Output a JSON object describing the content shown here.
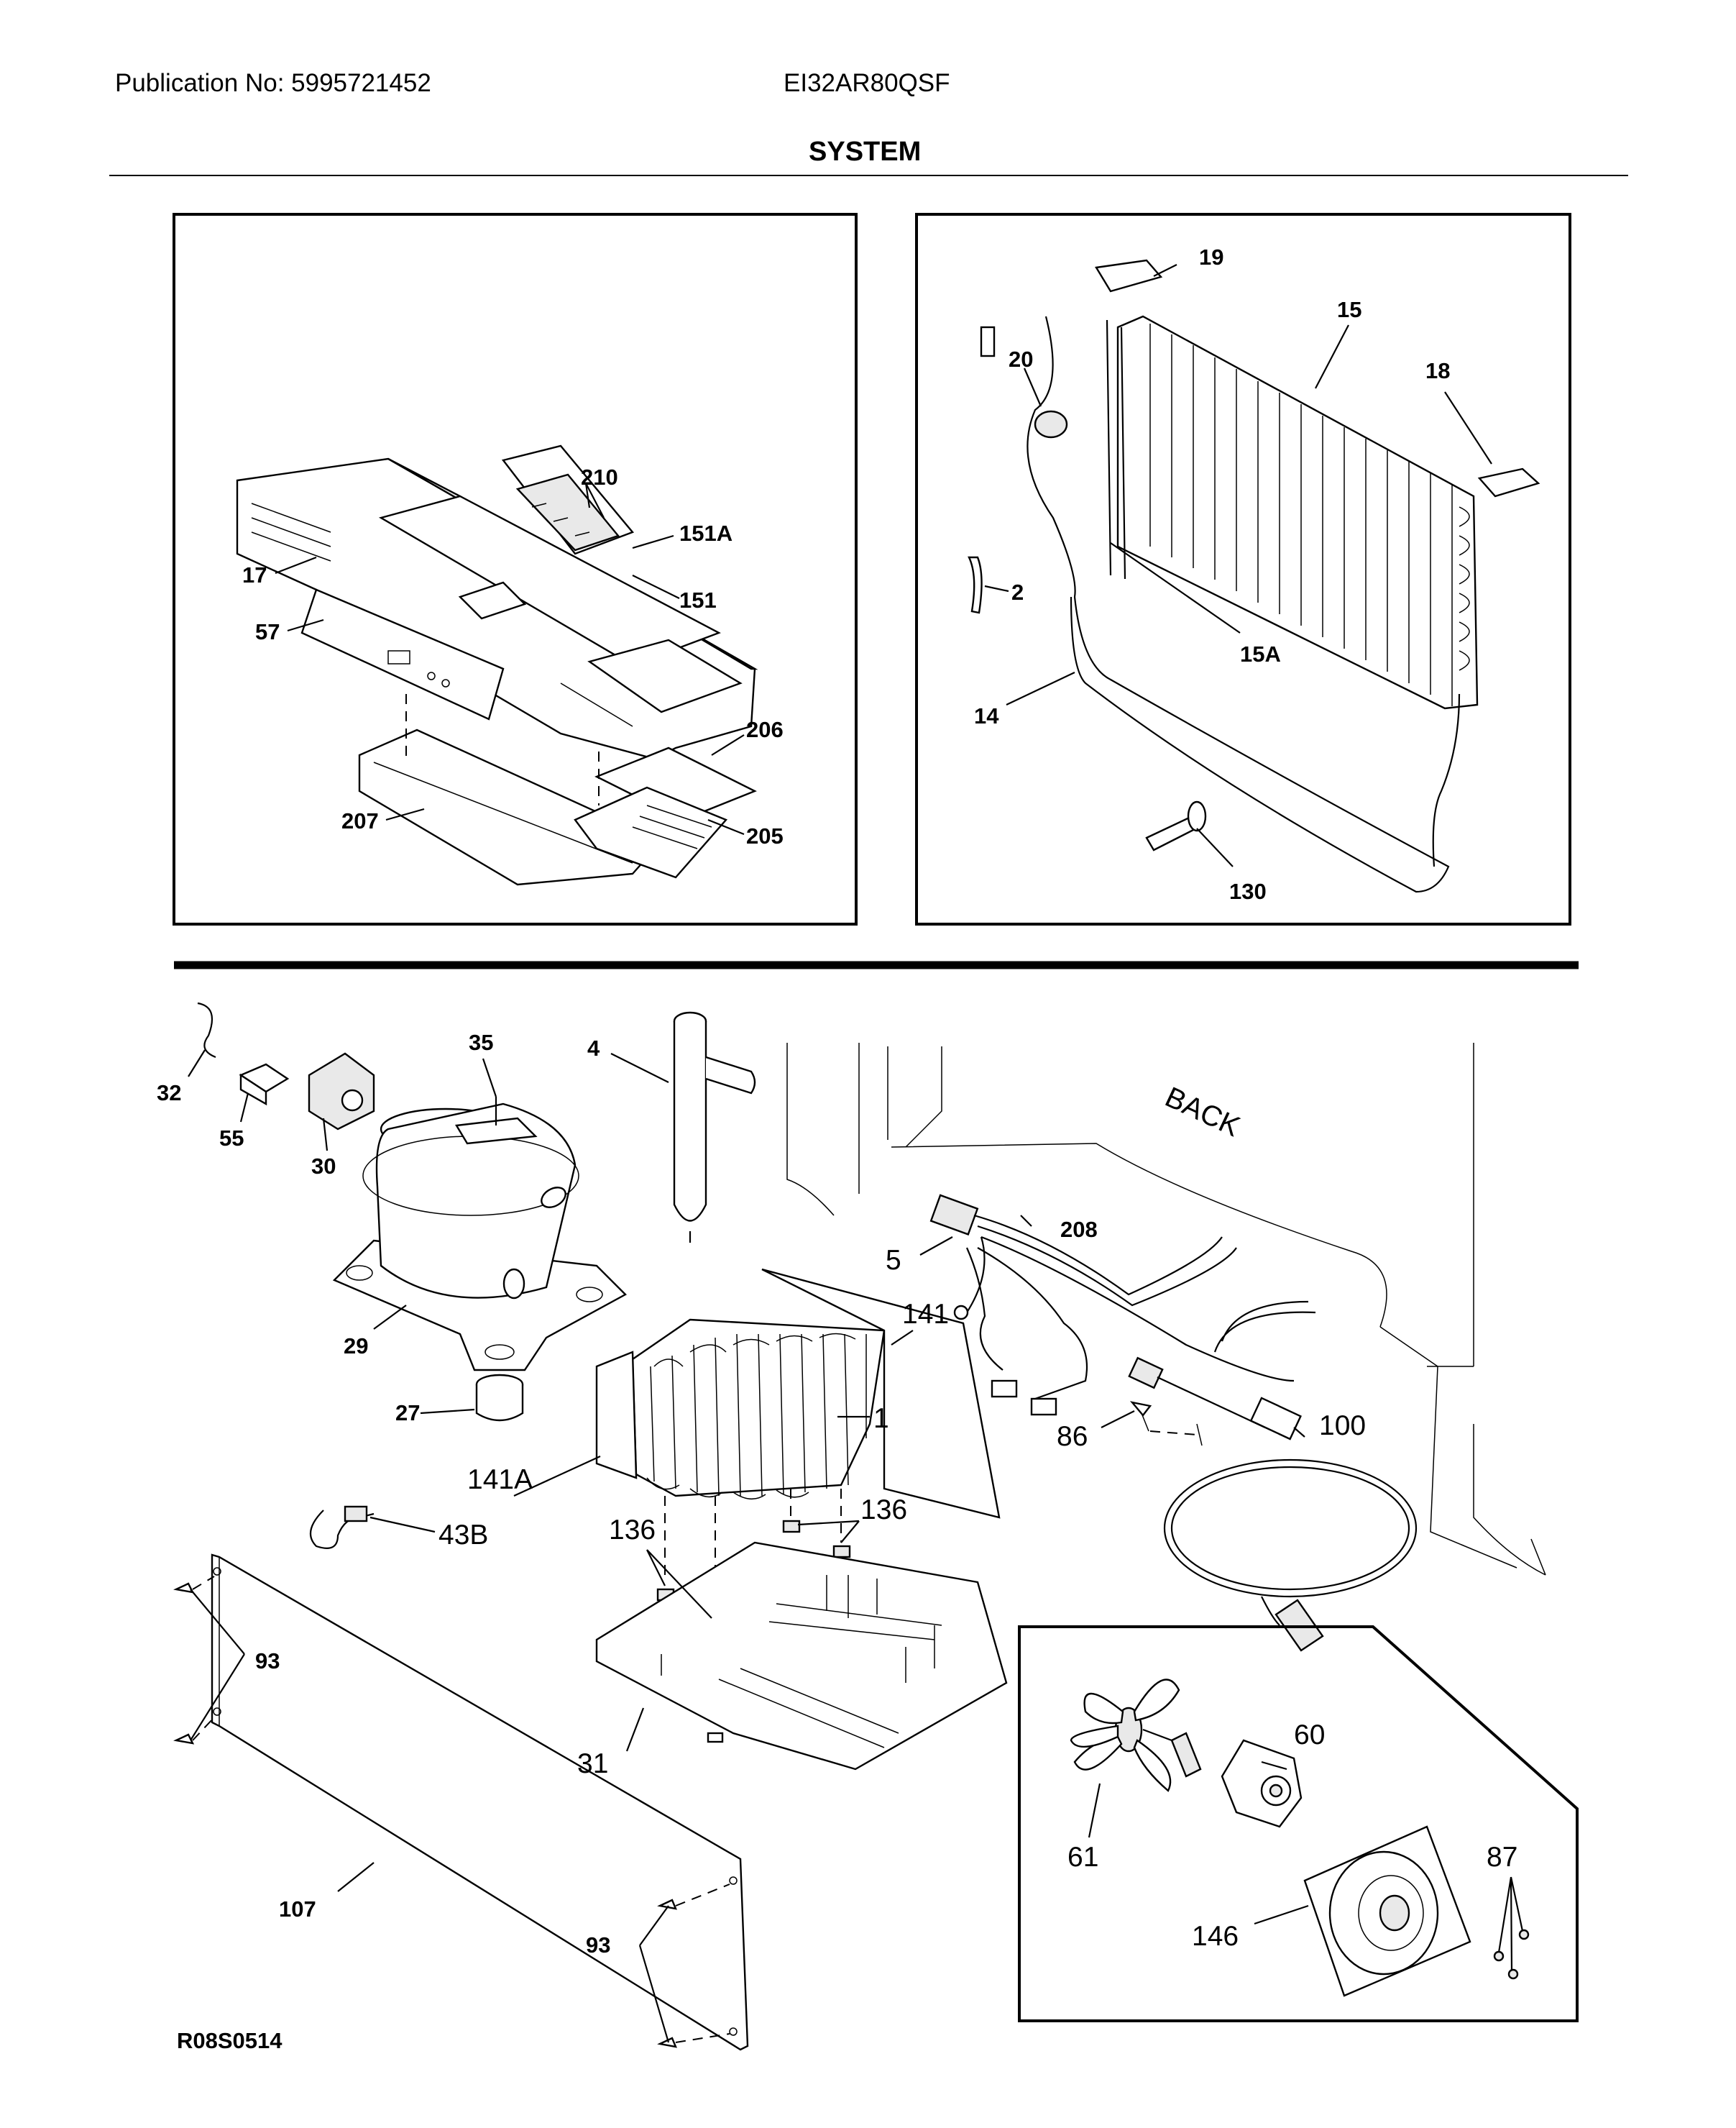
{
  "header": {
    "publication": "Publication No: 5995721452",
    "model": "EI32AR80QSF",
    "section_title": "SYSTEM"
  },
  "diagram_code": "R08S0514",
  "labels": {
    "p17": "17",
    "p57": "57",
    "p207": "207",
    "p210": "210",
    "p151A": "151A",
    "p151": "151",
    "p206": "206",
    "p205": "205",
    "p19": "19",
    "p15": "15",
    "p20": "20",
    "p18": "18",
    "p2": "2",
    "p15A": "15A",
    "p14": "14",
    "p130": "130",
    "p32": "32",
    "p55": "55",
    "p30": "30",
    "p35": "35",
    "p4": "4",
    "p29": "29",
    "p27": "27",
    "p5": "5",
    "p208": "208",
    "p141": "141",
    "p1": "1",
    "p141A": "141A",
    "p86": "86",
    "p100": "100",
    "p136a": "136",
    "p136b": "136",
    "p43B": "43B",
    "p93a": "93",
    "p93b": "93",
    "p31": "31",
    "p107": "107",
    "p60": "60",
    "p61": "61",
    "p87": "87",
    "p146": "146",
    "back": "BACK"
  }
}
